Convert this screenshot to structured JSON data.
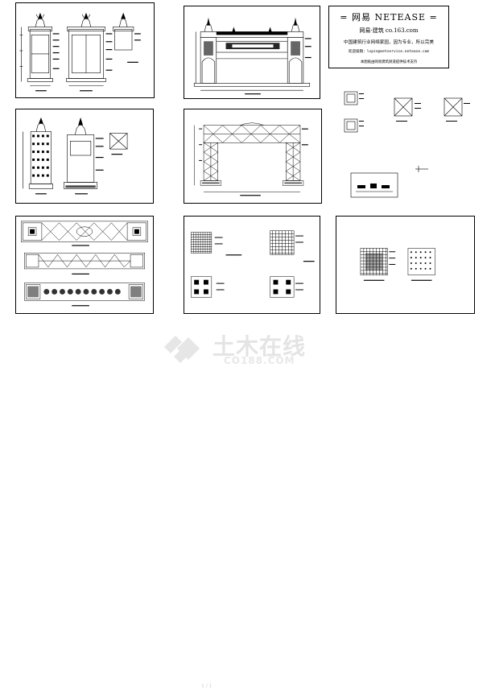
{
  "info_block": {
    "title": "= 网易  NETEASE =",
    "brand_line": "网易·建筑    co.163.com",
    "slogan": "中国建筑行业网络家园，因为专业，所以完美",
    "email_line": "欢迎投稿：lvpin@netservice.netease.com",
    "note": "本图纸由网易建筑频道提供技术支持"
  },
  "watermark": {
    "title": "土木在线",
    "subtitle": "CO188.COM"
  },
  "footer": {
    "page_mark": "1 / 1"
  },
  "sheets": [
    {
      "id": "sheet-1",
      "content": "pillar elevations and sections"
    },
    {
      "id": "sheet-2",
      "content": "gate front elevation"
    },
    {
      "id": "sheet-4",
      "content": "pillar detail elevations"
    },
    {
      "id": "sheet-5",
      "content": "steel frame structure elevation"
    },
    {
      "id": "sheet-7",
      "content": "plan and roof views"
    },
    {
      "id": "sheet-8",
      "content": "foundation detail plans"
    },
    {
      "id": "sheet-9",
      "content": "foundation reinforcement detail"
    }
  ]
}
